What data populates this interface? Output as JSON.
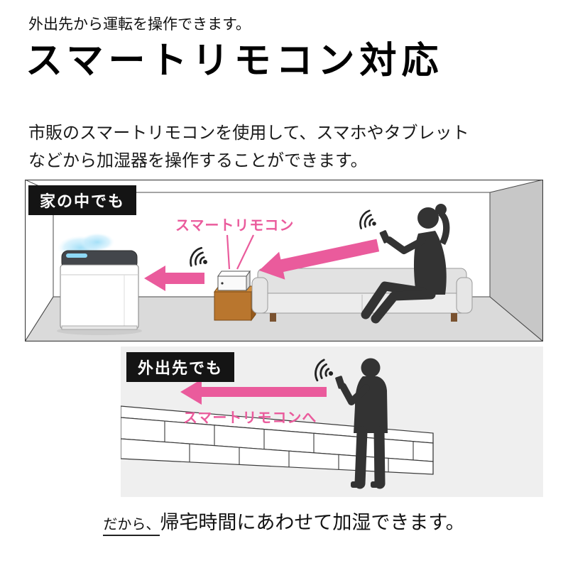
{
  "page": {
    "tagline": "外出先から運転を操作できます。",
    "title": "スマートリモコン対応",
    "description": [
      "市販のスマートリモコンを使用して、スマホやタブレット",
      "などから加湿器を操作することができます。"
    ],
    "footer_prefix": "だから、",
    "footer_text": "帰宅時間にあわせて加湿できます。"
  },
  "indoor": {
    "badge": "家の中でも",
    "label": "スマートリモコン"
  },
  "outdoor": {
    "badge": "外出先でも",
    "label": "スマートリモコンへ"
  },
  "colors": {
    "accent_pink": "#ea5b9c",
    "badge_bg": "#141414",
    "badge_text": "#ffffff",
    "silhouette": "#333333",
    "wood": "#b9762e",
    "mist": "#8ed8f5",
    "floor_gray": "#dadada",
    "wall_gray": "#c7c7c7",
    "outdoor_bg": "#efefef",
    "outline": "#3c3c3c"
  }
}
